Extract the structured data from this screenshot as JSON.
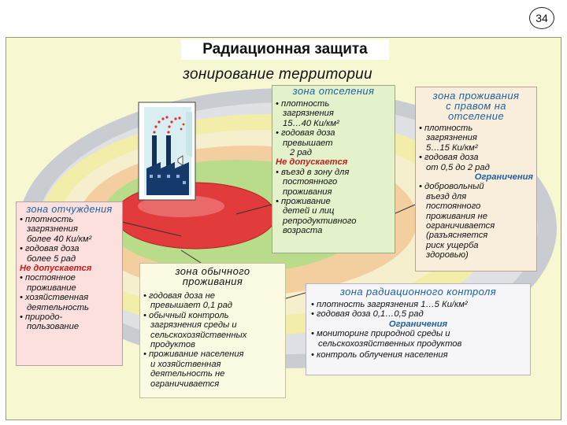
{
  "page_number": "34",
  "title": "Радиационная защита",
  "subtitle": "зонирование территории",
  "zone_exclusion": {
    "heading": "зона отчуждения",
    "items": [
      "• плотность",
      "загрязнения",
      "более 40 Ки/км²",
      "• годовая доза",
      "более 5 рад"
    ],
    "prohibited_label": "Не допускается",
    "prohibited_items": [
      "• постоянное",
      "проживание",
      "• хозяйственная",
      "деятельность",
      "• природо-",
      "пользование"
    ]
  },
  "zone_resettlement": {
    "heading": "зона отселения",
    "items": [
      "• плотность",
      "загрязнения",
      "15…40 Ки/км²",
      "• годовая доза",
      "превышает",
      "2 рад"
    ],
    "prohibited_label": "Не допускается",
    "prohibited_items": [
      "• въезд в зону для",
      "постоянного",
      "проживания",
      "• проживание",
      "детей и лиц",
      "репродуктивного",
      "возраста"
    ]
  },
  "zone_residence_right": {
    "heading_lines": [
      "зона проживания",
      "с правом на",
      "отселение"
    ],
    "items": [
      "• плотность",
      "загрязнения",
      "5…15 Ки/км²",
      "• годовая доза",
      "от 0,5 до 2 рад"
    ],
    "restrictions_label": "Ограничения",
    "restriction_items": [
      "• добровольный",
      "въезд для",
      "постоянного",
      "проживания не",
      "ограничивается",
      "(разъясняется",
      "риск ущерба",
      "здоровью)"
    ]
  },
  "zone_normal": {
    "heading_lines": [
      "зона обычного",
      "проживания"
    ],
    "items": [
      "• годовая доза не",
      "превышает 0,1 рад",
      "• обычный контроль",
      "загрязнения среды и",
      "сельскохозяйственных",
      "продуктов",
      "• проживание населения",
      "и хозяйственная",
      "деятельность не",
      "ограничивается"
    ]
  },
  "zone_control": {
    "heading": "зона радиационного контроля",
    "items": [
      "• плотность загрязнения 1…5 Ки/км²",
      "• годовая доза 0,1…0,5 рад"
    ],
    "restrictions_label": "Ограничения",
    "restriction_items": [
      "• мониторинг природной среды и",
      "сельскохозяйственных продуктов",
      "• контроль облучения населения"
    ]
  },
  "colors": {
    "frame_bg": "#f7f8d2",
    "ring_outer": "#c9ccd0",
    "ring_yellow": "#f2eda8",
    "ring_orange": "#f3cfa0",
    "ring_green": "#b9dc8a",
    "core_red": "#e23b3b",
    "heading_blue": "#1f5fa3",
    "warning_red": "#c41e1e"
  },
  "icons": [
    "nuclear-plant-icon",
    "radiation-emission-icon"
  ]
}
